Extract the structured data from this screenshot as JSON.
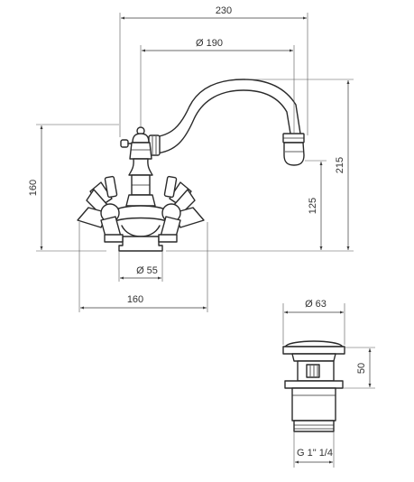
{
  "faucet": {
    "overall_width": "230",
    "spout_reach": "Ø 190",
    "total_height": "215",
    "spout_height": "125",
    "handle_height": "160",
    "base_diameter": "Ø 55",
    "handle_span": "160"
  },
  "drain": {
    "diameter": "Ø 63",
    "height": "50",
    "thread": "G 1\" 1/4"
  }
}
